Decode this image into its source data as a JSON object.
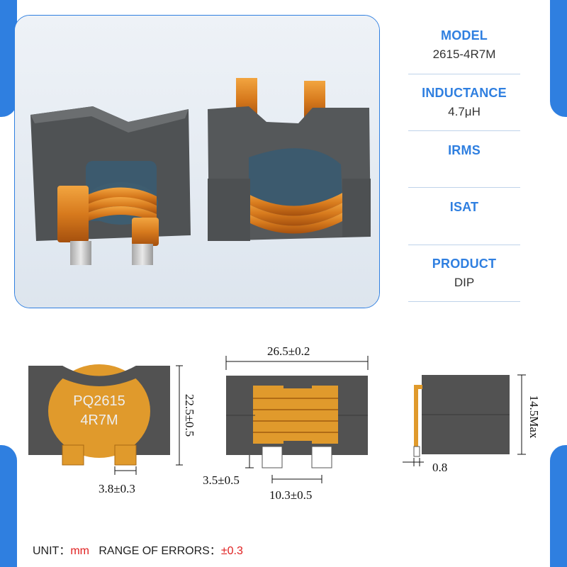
{
  "specs": {
    "model": {
      "label": "MODEL",
      "value": "2615-4R7M"
    },
    "inductance": {
      "label": "INDUCTANCE",
      "value": "4.7μH"
    },
    "irms": {
      "label": "IRMS",
      "value": ""
    },
    "isat": {
      "label": "ISAT",
      "value": ""
    },
    "product": {
      "label": "PRODUCT",
      "value": "DIP"
    }
  },
  "drawing": {
    "front_marking_line1": "PQ2615",
    "front_marking_line2": "4R7M",
    "height_dim": "22.5±0.5",
    "pin_width_dim": "3.8±0.3",
    "length_dim": "26.5±0.2",
    "pin_length_dim": "3.5±0.5",
    "pin_spacing_dim": "10.3±0.5",
    "max_height_dim": "14.5Max",
    "pin_thickness_dim": "0.8"
  },
  "footer": {
    "unit_label": "UNIT：",
    "unit_value": "mm",
    "errors_label": "RANGE OF ERRORS：",
    "errors_value": "±0.3"
  },
  "colors": {
    "accent": "#2f7fe0",
    "core": "#525252",
    "winding": "#e09a2c",
    "footer_value": "#e02020"
  }
}
